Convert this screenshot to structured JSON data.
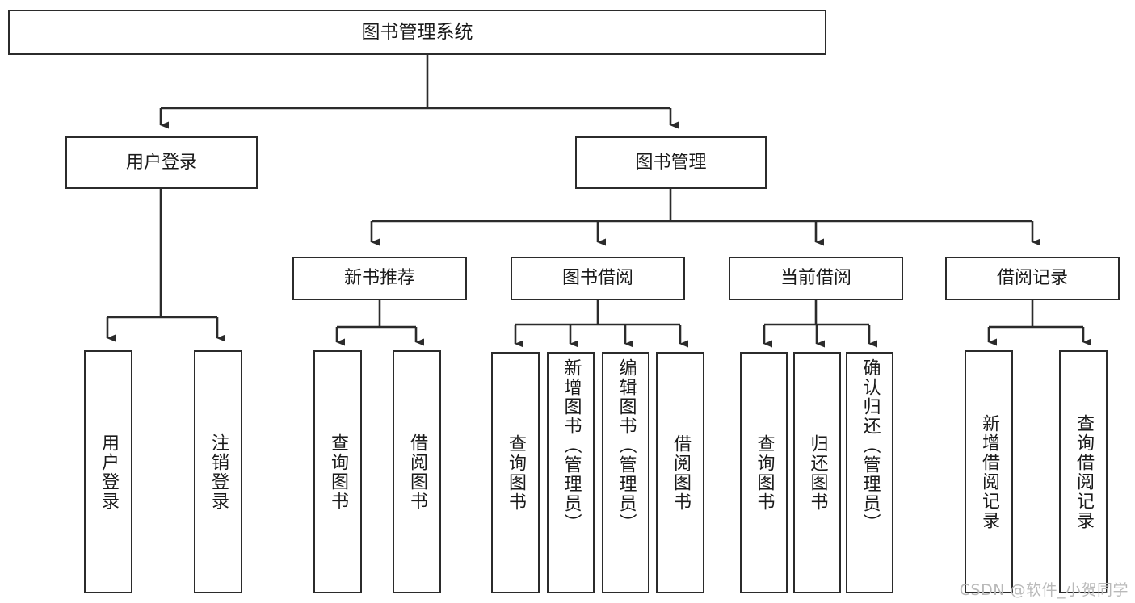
{
  "diagram": {
    "type": "tree",
    "title": "图书管理系统",
    "root": {
      "id": "root",
      "label": "图书管理系统"
    },
    "level2": [
      {
        "id": "user-login",
        "label": "用户登录"
      },
      {
        "id": "book-manage",
        "label": "图书管理"
      }
    ],
    "level3": [
      {
        "id": "new-book-rec",
        "label": "新书推荐",
        "parent": "book-manage"
      },
      {
        "id": "book-borrow",
        "label": "图书借阅",
        "parent": "book-manage"
      },
      {
        "id": "current-borrow",
        "label": "当前借阅",
        "parent": "book-manage"
      },
      {
        "id": "borrow-record",
        "label": "借阅记录",
        "parent": "book-manage"
      }
    ],
    "leaves": {
      "user_login": [
        {
          "id": "leaf-user-login",
          "label": "用户登录"
        },
        {
          "id": "leaf-user-logout",
          "label": "注销登录"
        }
      ],
      "new_book_rec": [
        {
          "id": "leaf-query-book-1",
          "label": "查询图书"
        },
        {
          "id": "leaf-borrow-book-1",
          "label": "借阅图书"
        }
      ],
      "book_borrow": [
        {
          "id": "leaf-query-book-2",
          "label": "查询图书"
        },
        {
          "id": "leaf-add-book",
          "label": "新增图书（管理员）"
        },
        {
          "id": "leaf-edit-book",
          "label": "编辑图书（管理员）"
        },
        {
          "id": "leaf-borrow-book-2",
          "label": "借阅图书"
        }
      ],
      "current_borrow": [
        {
          "id": "leaf-query-book-3",
          "label": "查询图书"
        },
        {
          "id": "leaf-return-book",
          "label": "归还图书"
        },
        {
          "id": "leaf-confirm-return",
          "label": "确认归还（管理员）"
        }
      ],
      "borrow_record": [
        {
          "id": "leaf-add-record",
          "label": "新增借阅记录"
        },
        {
          "id": "leaf-query-record",
          "label": "查询借阅记录"
        }
      ]
    },
    "colors": {
      "stroke": "#2b2b2b",
      "fill": "#ffffff",
      "text": "#1a1a1a",
      "watermark": "#b9b9b9"
    }
  },
  "watermark": {
    "text": "CSDN @软件_小贺同学"
  }
}
